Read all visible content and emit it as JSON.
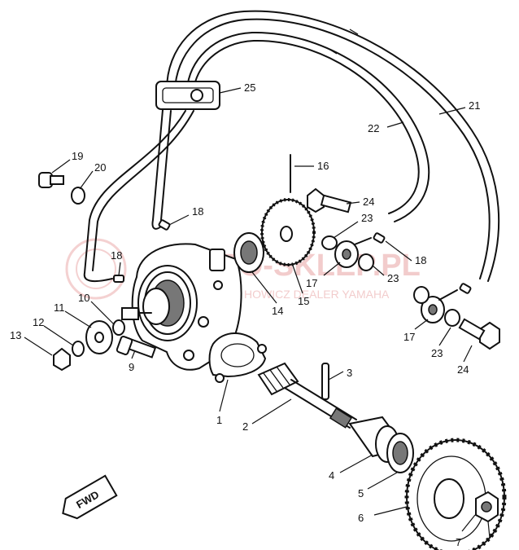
{
  "watermark": {
    "brand": "MOTO-SKLEP.PL",
    "subtitle": "HOWICZ DEALER YAMAHA",
    "color": "#e9a3a3"
  },
  "callouts": [
    {
      "label": "1"
    },
    {
      "label": "2"
    },
    {
      "label": "3"
    },
    {
      "label": "4"
    },
    {
      "label": "5"
    },
    {
      "label": "6"
    },
    {
      "label": "7"
    },
    {
      "label": "9"
    },
    {
      "label": "10"
    },
    {
      "label": "11"
    },
    {
      "label": "12"
    },
    {
      "label": "13"
    },
    {
      "label": "14"
    },
    {
      "label": "15"
    },
    {
      "label": "16"
    },
    {
      "label": "17"
    },
    {
      "label": "17"
    },
    {
      "label": "18"
    },
    {
      "label": "18"
    },
    {
      "label": "18"
    },
    {
      "label": "19"
    },
    {
      "label": "20"
    },
    {
      "label": "21"
    },
    {
      "label": "22"
    },
    {
      "label": "23"
    },
    {
      "label": "23"
    },
    {
      "label": "23"
    },
    {
      "label": "24"
    },
    {
      "label": "24"
    },
    {
      "label": "25"
    }
  ],
  "fwd_label": "FWD"
}
